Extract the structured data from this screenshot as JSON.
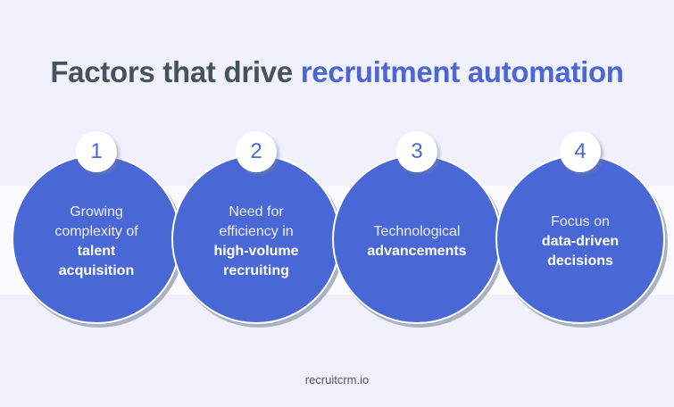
{
  "title": {
    "prefix": "Factors that drive",
    "accent": "recruitment automation"
  },
  "colors": {
    "background": "#f0f1fc",
    "band": "#fbfbff",
    "circle": "#4a67d6",
    "title_dark": "#46525f",
    "title_accent": "#4d66d6"
  },
  "factors": [
    {
      "number": "1",
      "light_lines": [
        "Growing",
        "complexity of"
      ],
      "bold_lines": [
        "talent",
        "acquisition"
      ]
    },
    {
      "number": "2",
      "light_lines": [
        "Need for",
        "efficiency in"
      ],
      "bold_lines": [
        "high-volume",
        "recruiting"
      ]
    },
    {
      "number": "3",
      "light_lines": [
        "Technological"
      ],
      "bold_lines": [
        "advancements"
      ]
    },
    {
      "number": "4",
      "light_lines": [
        "Focus on"
      ],
      "bold_lines": [
        "data-driven",
        "decisions"
      ]
    }
  ],
  "footer": {
    "source": "recruitcrm.io"
  }
}
